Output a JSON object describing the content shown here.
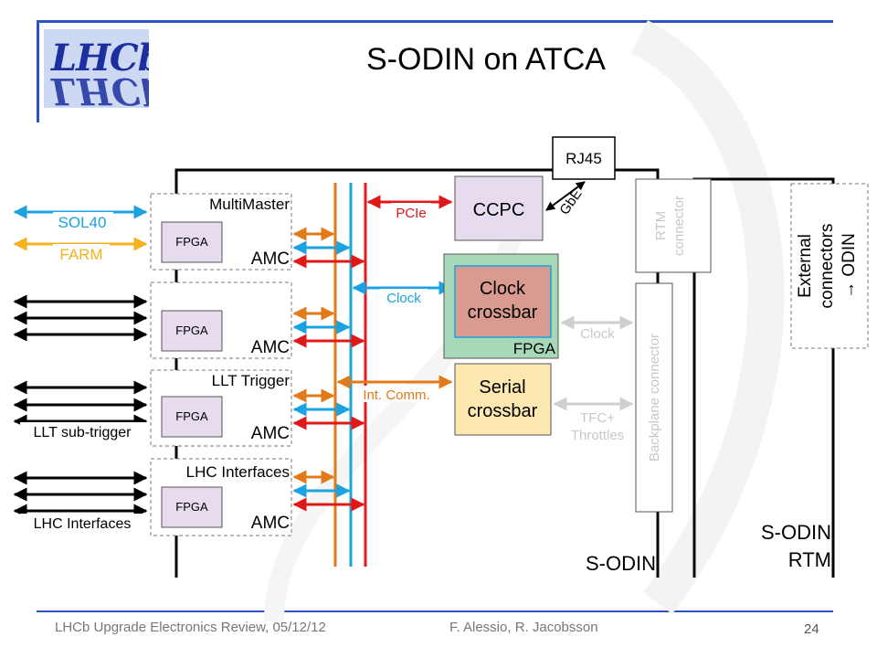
{
  "title": "S-ODIN on ATCA",
  "logo": {
    "text": "LHCb"
  },
  "footer": {
    "left": "LHCb Upgrade Electronics Review, 05/12/12",
    "center": "F. Alessio, R. Jacobsson",
    "page": "24"
  },
  "diagram": {
    "modules": [
      {
        "name": "MultiMaster",
        "fpga": "FPGA",
        "amc": "AMC"
      },
      {
        "name": "",
        "fpga": "FPGA",
        "amc": "AMC"
      },
      {
        "name": "LLT Trigger",
        "fpga": "FPGA",
        "amc": "AMC"
      },
      {
        "name": "LHC Interfaces",
        "fpga": "FPGA",
        "amc": "AMC"
      }
    ],
    "external_labels": {
      "sol40": "SOL40",
      "farm": "FARM",
      "llt_sub": "LLT sub-trigger",
      "lhc_if": "LHC Interfaces"
    },
    "bus_labels": {
      "pcie": "PCIe",
      "clock": "Clock",
      "int_comm": "Int. Comm."
    },
    "blocks": {
      "ccpc": "CCPC",
      "rj45": "RJ45",
      "gbe": "GbE",
      "clock_crossbar": [
        "Clock",
        "crossbar"
      ],
      "fpga": "FPGA",
      "serial_crossbar": [
        "Serial",
        "crossbar"
      ]
    },
    "rtm_connector": [
      "RTM",
      "connector"
    ],
    "backplane_connector": "Backplane connector",
    "backplane_labels": {
      "clock": "Clock",
      "tfc": [
        "TFC+",
        "Throttles"
      ]
    },
    "external_connectors": [
      "External",
      "connectors",
      "→ ODIN"
    ],
    "board_labels": {
      "sodin": "S-ODIN",
      "rtm": [
        "S-ODIN",
        "RTM"
      ]
    },
    "colors": {
      "blue": "#1aa3e0",
      "orange": "#e07a1a",
      "red": "#e01818",
      "farm": "#f5b21a",
      "fpga_fill": "#e6dcee",
      "clock_xbar": "#d99b90",
      "green_fill": "#a7d9b8",
      "serial_fill": "#fde8b0"
    }
  }
}
